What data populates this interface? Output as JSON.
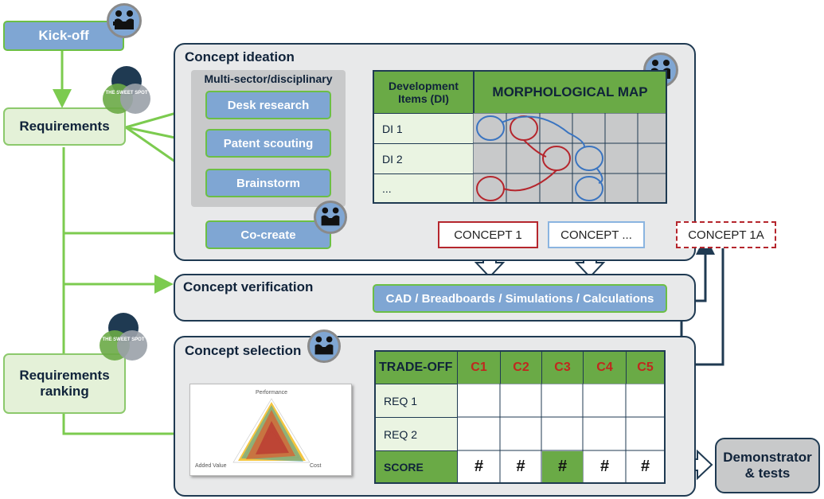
{
  "kickoff": "Kick-off",
  "requirements": "Requirements",
  "requirements_ranking_1": "Requirements",
  "requirements_ranking_2": "ranking",
  "sweet_spot": "THE SWEET SPOT",
  "ideation": {
    "title": "Concept ideation",
    "group_title": "Multi-sector/disciplinary",
    "methods": [
      "Desk research",
      "Patent scouting",
      "Brainstorm"
    ],
    "cocreate": "Co-create",
    "di_header": "Development Items (DI)",
    "morph_header": "MORPHOLOGICAL MAP",
    "rows": [
      "DI 1",
      "DI 2",
      "..."
    ]
  },
  "concepts": [
    "CONCEPT 1",
    "CONCEPT ...",
    "CONCEPT 1A"
  ],
  "verification": {
    "title": "Concept verification",
    "box": "CAD / Breadboards / Simulations / Calculations"
  },
  "selection": {
    "title": "Concept selection",
    "tradeoff": "TRADE-OFF",
    "columns": [
      "C1",
      "C2",
      "C3",
      "C4",
      "C5"
    ],
    "rows": [
      "REQ 1",
      "REQ 2"
    ],
    "score_label": "SCORE",
    "scores": [
      "#",
      "#",
      "#",
      "#",
      "#"
    ],
    "radar": {
      "axis_top": "Performance",
      "axis_left": "Added Value",
      "axis_right": "Cost"
    }
  },
  "demonstrator_1": "Demonstrator",
  "demonstrator_2": "& tests",
  "colors": {
    "navy": "#1f3a52",
    "green": "#6aaa46",
    "blue": "#7fa6d3",
    "red": "#b5262d"
  }
}
